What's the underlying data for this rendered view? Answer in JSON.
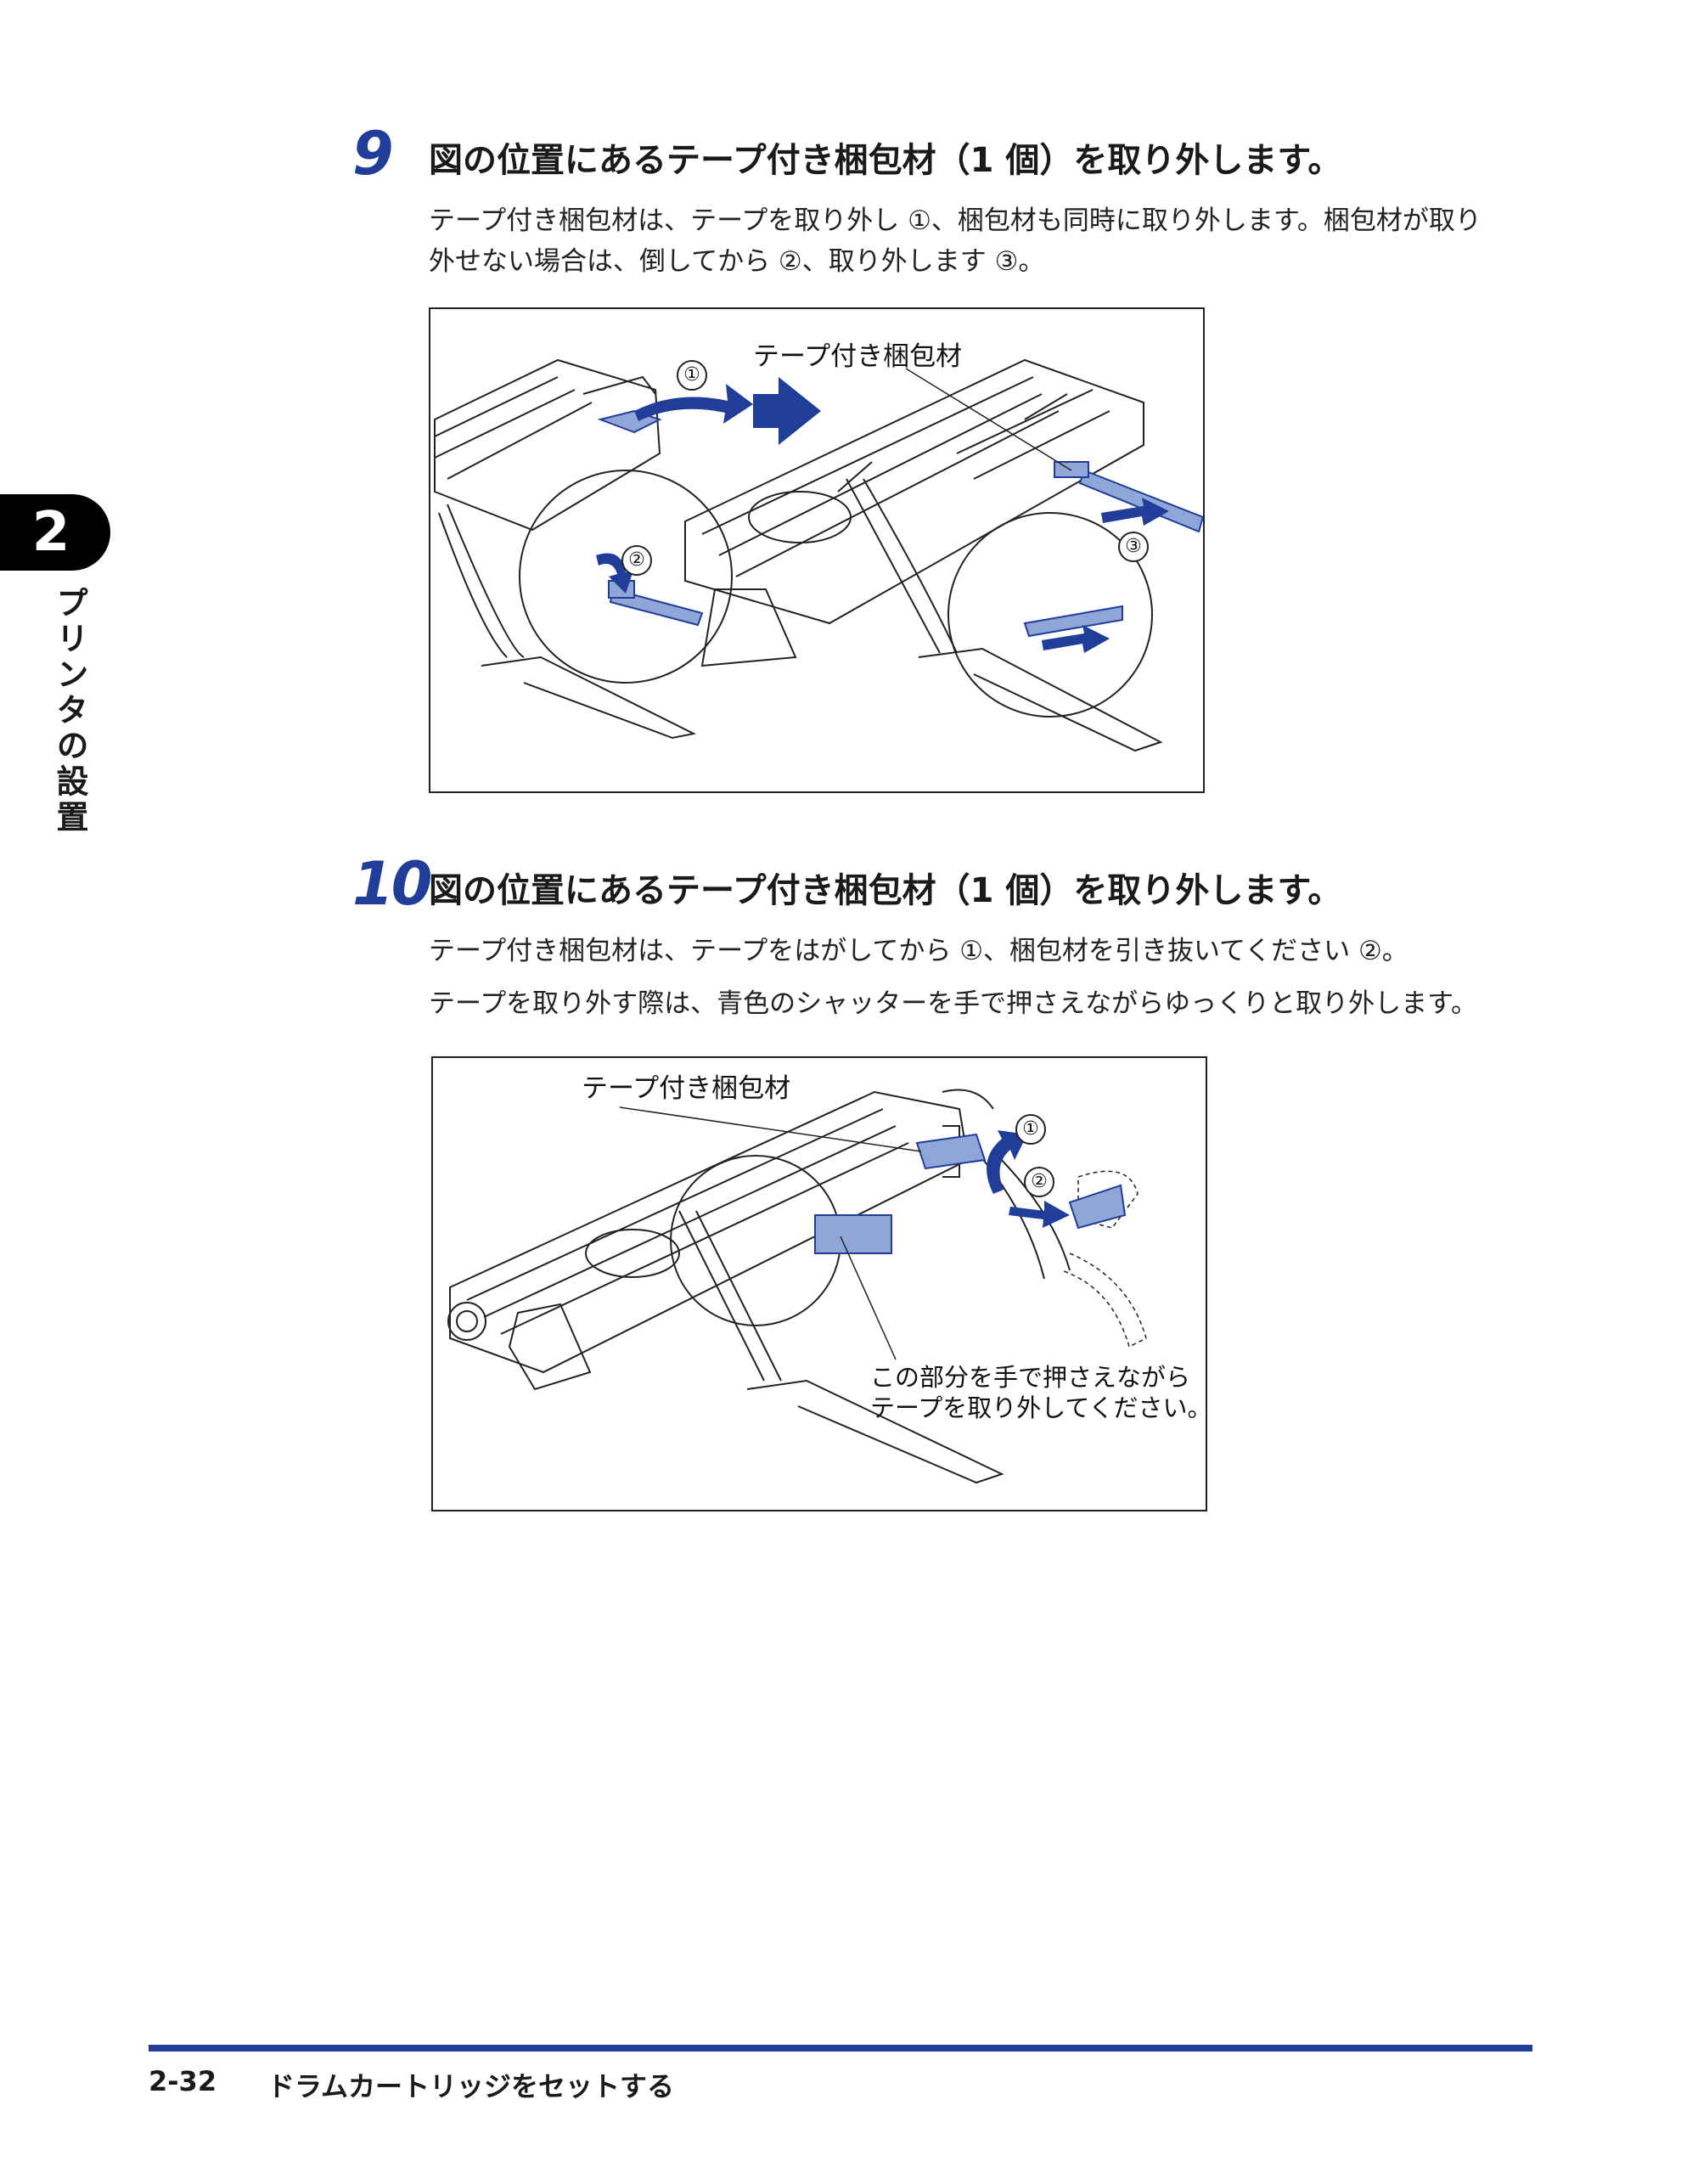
{
  "chapter": {
    "number": "2",
    "title": "プリンタの設置"
  },
  "steps": [
    {
      "number": "9",
      "title": "図の位置にあるテープ付き梱包材（1 個）を取り外します。",
      "lines": [
        "テープ付き梱包材は、テープを取り外し ①、梱包材も同時に取り外します。梱包材が取り",
        "外せない場合は、倒してから ②、取り外します ③。"
      ],
      "figure": {
        "label": "テープ付き梱包材",
        "marks": [
          "①",
          "②",
          "③"
        ]
      }
    },
    {
      "number": "10",
      "title": "図の位置にあるテープ付き梱包材（1 個）を取り外します。",
      "lines": [
        "テープ付き梱包材は、テープをはがしてから ①、梱包材を引き抜いてください ②。",
        "テープを取り外す際は、青色のシャッターを手で押さえながらゆっくりと取り外します。"
      ],
      "figure": {
        "label": "テープ付き梱包材",
        "marks": [
          "①",
          "②"
        ],
        "callout": [
          "この部分を手で押さえながら",
          "テープを取り外してください。"
        ]
      }
    }
  ],
  "footer": {
    "page": "2-32",
    "title": "ドラムカートリッジをセットする"
  },
  "colors": {
    "accent": "#1f3d99",
    "tape_blue": "#8fa6d6"
  }
}
